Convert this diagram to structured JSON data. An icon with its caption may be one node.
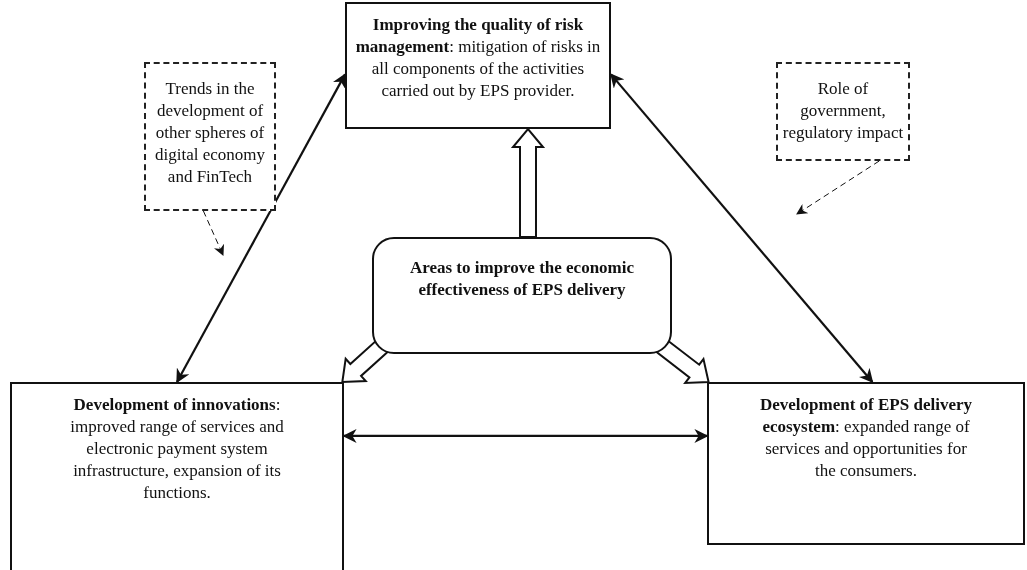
{
  "diagram": {
    "nodes": [
      {
        "text": [
          "Trends in the development of other spheres of digital economy and FinTech"
        ]
      },
      {
        "text": [
          "**Improving the quality of risk management**: mitigation of risks in all components of the activities carried out by EPS provider."
        ]
      },
      {
        "text": [
          "Role of government, regulatory impact"
        ]
      },
      {
        "text": [
          "Areas to improve the economic effectiveness of EPS delivery"
        ]
      },
      {
        "text": [
          "**Development of innovations**: improved range of services and electronic payment system infrastructure, expansion of its functions."
        ]
      },
      {
        "text": [
          "**Development of EPS delivery ecosystem**: expanded range of services and opportunities for the consumers."
        ]
      }
    ],
    "edges": [
      {
        "from": 1,
        "to": 4,
        "arrow": "both"
      },
      {
        "from": 1,
        "to": 5,
        "arrow": "both"
      },
      {
        "from": 4,
        "to": 5,
        "arrow": "both"
      },
      {
        "from": 3,
        "to": 1,
        "arrow": "to",
        "style": "thick"
      },
      {
        "from": 3,
        "to": 4,
        "arrow": "to",
        "style": "thick"
      },
      {
        "from": 3,
        "to": 5,
        "arrow": "to",
        "style": "thick"
      },
      {
        "from": 0,
        "to": null,
        "arrow": "to",
        "style": "dashed"
      },
      {
        "from": 2,
        "to": null,
        "arrow": "to",
        "style": "dashed"
      }
    ]
  }
}
